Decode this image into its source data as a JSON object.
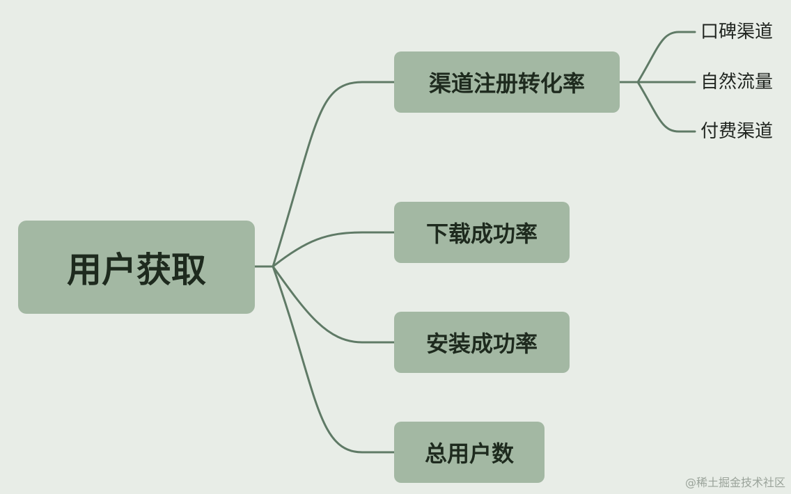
{
  "mindmap": {
    "root": "用户获取",
    "branches": [
      {
        "label": "渠道注册转化率",
        "children": [
          "口碑渠道",
          "自然流量",
          "付费渠道"
        ]
      },
      {
        "label": "下载成功率",
        "children": []
      },
      {
        "label": "安装成功率",
        "children": []
      },
      {
        "label": "总用户数",
        "children": []
      }
    ]
  },
  "watermark": "@稀土掘金技术社区",
  "colors": {
    "background": "#e8ede7",
    "node_fill": "#a3b8a3",
    "connector": "#5f7a66",
    "text": "#1e2a1e"
  }
}
